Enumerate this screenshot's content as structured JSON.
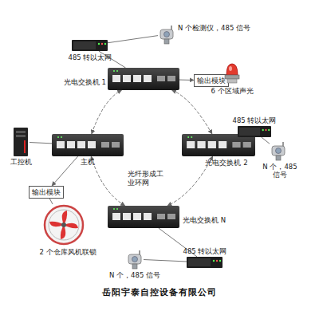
{
  "diagram": {
    "caption": "岳阳宇泰自控设备有限公司",
    "nodes": [
      {
        "text": [
          "光电交换机 1"
        ]
      },
      {
        "text": [
          "主机"
        ]
      },
      {
        "text": [
          "光电交换机 2"
        ]
      },
      {
        "text": [
          "光电交换机 N"
        ]
      },
      {
        "text": [
          "输出模块"
        ]
      },
      {
        "text": [
          "输出模块"
        ]
      },
      {
        "text": [
          "工控机"
        ]
      },
      {
        "text": [
          "485 转以太网"
        ]
      },
      {
        "text": [
          "485 转以太网"
        ]
      },
      {
        "text": [
          "485 转以太网"
        ]
      },
      {
        "text": [
          "N 个检测仪，485 信号"
        ]
      },
      {
        "text": [
          "N 个，485 信号"
        ]
      },
      {
        "text": [
          "N 个，485 信号"
        ]
      },
      {
        "text": [
          "6 个区域声光"
        ]
      },
      {
        "text": [
          "2 个仓库风机联锁"
        ]
      }
    ],
    "edges": [
      {
        "from": 0,
        "to": 2,
        "arrow": "both"
      },
      {
        "from": 2,
        "to": 3,
        "arrow": "both"
      },
      {
        "from": 3,
        "to": 1,
        "arrow": "both"
      },
      {
        "from": 1,
        "to": 0,
        "arrow": "both"
      },
      {
        "from": 0,
        "to": 4,
        "arrow": "to"
      },
      {
        "from": 4,
        "to": 13,
        "arrow": "none"
      },
      {
        "from": 6,
        "to": 1,
        "arrow": "none"
      },
      {
        "from": 1,
        "to": 5,
        "arrow": "to"
      },
      {
        "from": 5,
        "to": 14,
        "arrow": "none"
      },
      {
        "from": 10,
        "to": 7,
        "arrow": "none"
      },
      {
        "from": 7,
        "to": 0,
        "arrow": "none"
      },
      {
        "from": 11,
        "to": 8,
        "arrow": "none"
      },
      {
        "from": 8,
        "to": 2,
        "arrow": "none"
      },
      {
        "from": 12,
        "to": 9,
        "arrow": "none"
      },
      {
        "from": 9,
        "to": 3,
        "arrow": "none"
      }
    ],
    "labels": [
      "光纤形成工业环网"
    ]
  }
}
